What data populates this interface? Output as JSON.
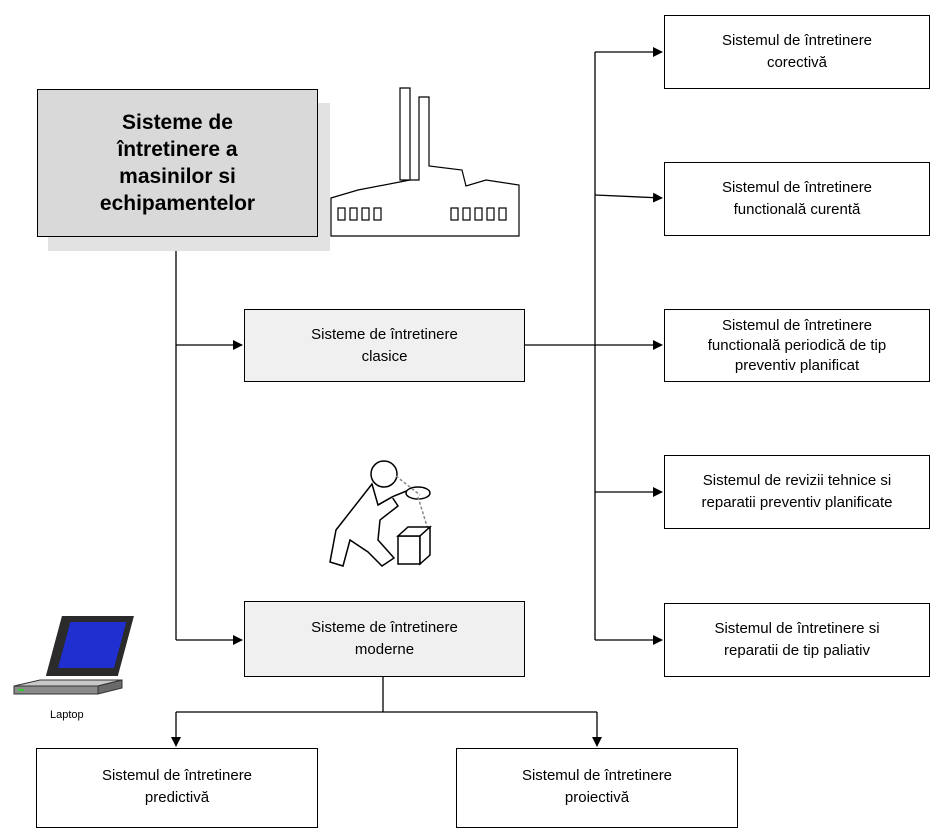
{
  "diagram": {
    "root": {
      "label": "Sisteme de\nîntretinere a\nmasinilor si\nechipamentelor"
    },
    "branches": {
      "classic": {
        "label": "Sisteme de întretinere\nclasice"
      },
      "modern": {
        "label": "Sisteme de întretinere\nmoderne"
      }
    },
    "classic_children": [
      {
        "label": "Sistemul de întretinere\ncorectivă"
      },
      {
        "label": "Sistemul de întretinere\nfunctională curentă"
      },
      {
        "label": "Sistemul de întretinere\nfunctională periodică de tip\npreventiv planificat"
      },
      {
        "label": "Sistemul de revizii tehnice si\nreparatii preventiv planificate"
      },
      {
        "label": "Sistemul de întretinere si\nreparatii de tip paliativ"
      }
    ],
    "modern_children": [
      {
        "label": "Sistemul de întretinere\npredictivă"
      },
      {
        "label": "Sistemul de întretinere\nproiectivă"
      }
    ],
    "icons": {
      "factory": "factory-icon",
      "worker": "worker-lifting-box-icon",
      "laptop": "laptop-icon"
    },
    "laptop_caption": "Laptop"
  }
}
